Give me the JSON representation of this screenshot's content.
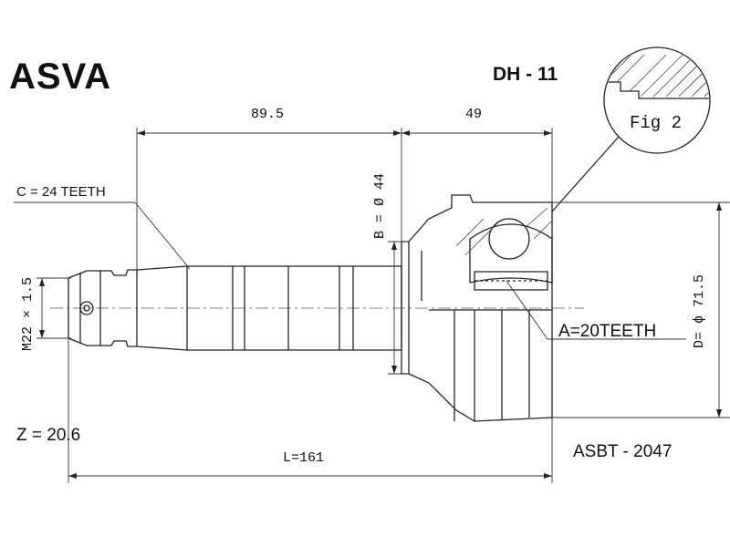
{
  "header": {
    "brand": "ASVA",
    "model_code": "DH - 11"
  },
  "dimensions": {
    "shaft_length": "89.5",
    "joint_length": "49",
    "total_length": "L=161",
    "diameter_b": "B = Ø 44",
    "diameter_d": "D= ϕ 71.5",
    "thread": "M22 × 1.5"
  },
  "callouts": {
    "outer_teeth": "C = 24 TEETH",
    "inner_teeth": "A=20TEETH",
    "figure": "Fig 2"
  },
  "footer": {
    "z_value": "Z = 20.6",
    "cross_ref": "ASBT - 2047"
  }
}
